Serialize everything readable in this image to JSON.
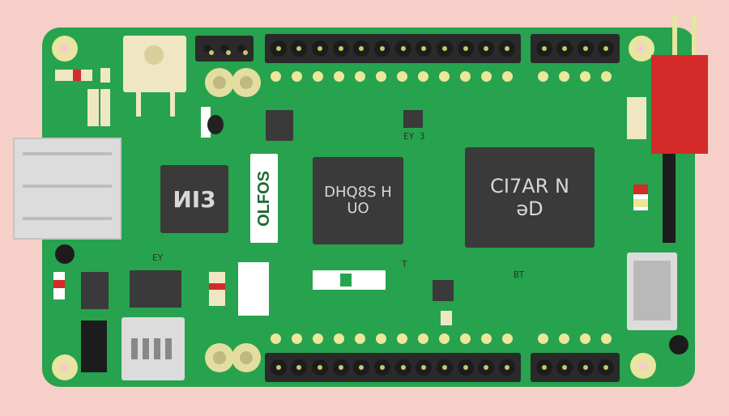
{
  "colors": {
    "background": "#f6cfc8",
    "board": "#27a24e",
    "chip": "#3a3a3a",
    "pad": "#ece79a",
    "connector_red": "#d42a2a"
  },
  "labels": {
    "logo_vertical": "OLFOS",
    "chip_left": "ИI3",
    "chip_mid": "DHQ8S HUO",
    "chip_right": "CI7AR NəD",
    "ev3_top": "EY 3",
    "ev_left": "EY",
    "bt": "BT",
    "t": "T"
  },
  "icons": [
    "mounting-hole-icon",
    "header-pin-icon",
    "usb-port-icon",
    "sd-card-icon",
    "barrel-jack-icon"
  ]
}
